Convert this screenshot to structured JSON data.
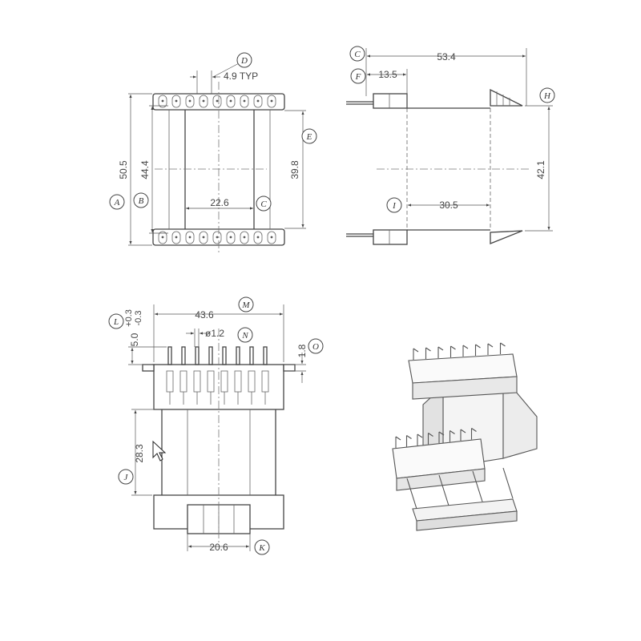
{
  "dimensions": {
    "pin_pitch": "4.9",
    "pin_pitch_note": "TYP",
    "overall_height": "50.5",
    "flange_span": "44.4",
    "core_width": "22.6",
    "window_height": "39.8",
    "overall_length": "53.4",
    "pin_offset": "13.5",
    "flange_outer": "42.1",
    "core_length": "30.5",
    "base_width": "43.6",
    "base_height": "5.0",
    "base_height_tol_plus": "+0.3",
    "base_height_tol_minus": "-0.3",
    "pin_diameter": "ø1.2",
    "pin_standoff": "1.8",
    "body_height": "28.3",
    "slot_width": "20.6"
  },
  "callouts": {
    "A": "A",
    "B": "B",
    "C": "C",
    "D": "D",
    "E": "E",
    "F": "F",
    "H": "H",
    "I": "I",
    "J": "J",
    "K": "K",
    "L": "L",
    "M": "M",
    "N": "N",
    "O": "O"
  },
  "icons": {
    "cursor": "mouse-pointer-icon"
  }
}
